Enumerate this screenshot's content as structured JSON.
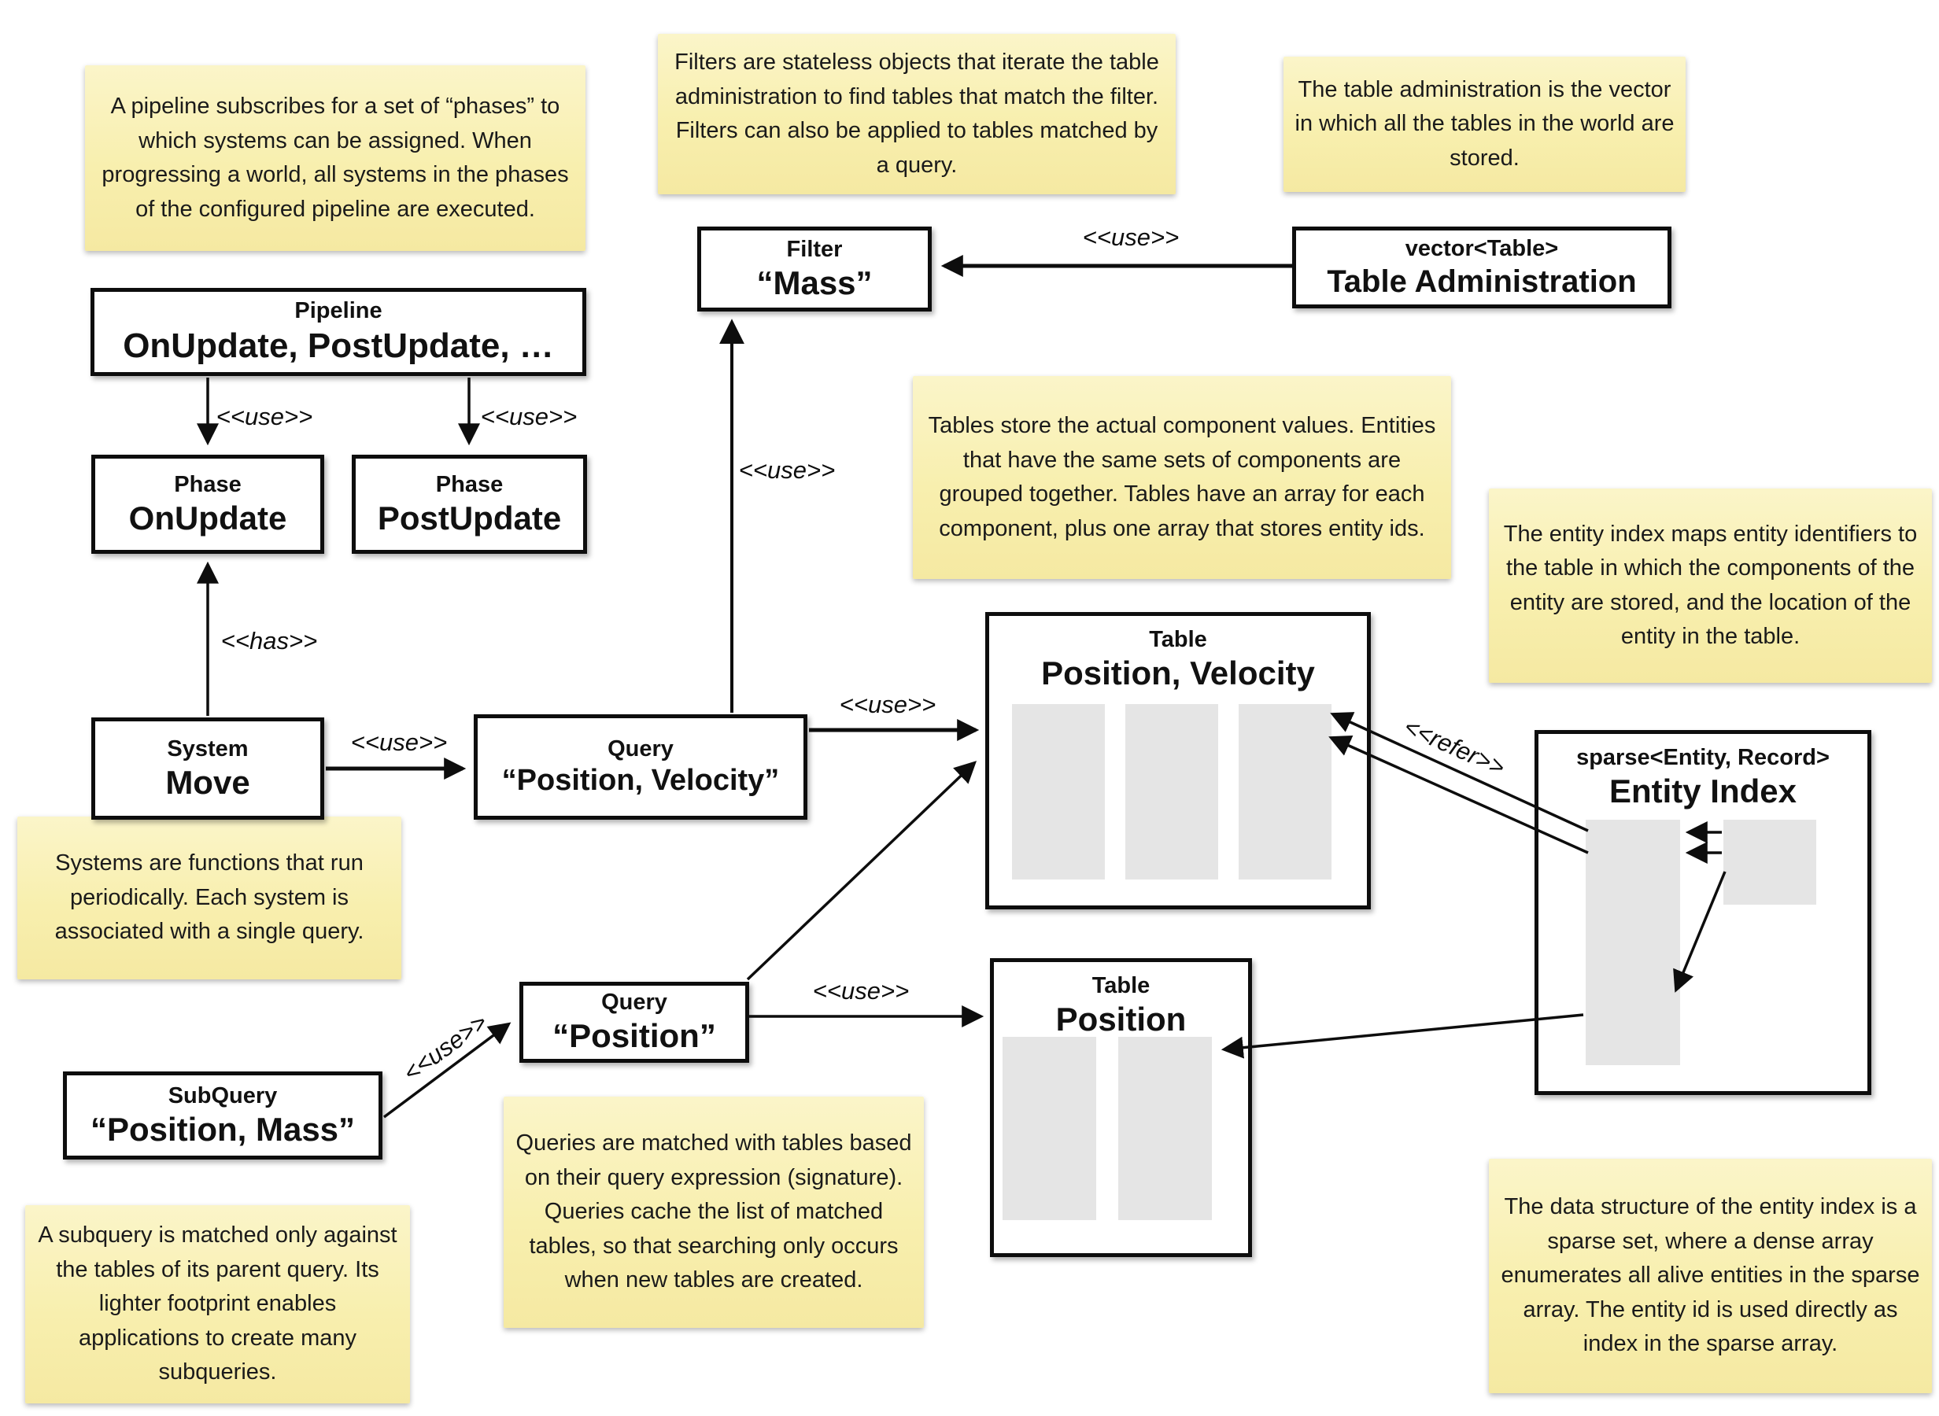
{
  "notes": {
    "pipeline_note": "A pipeline subscribes for a set of “phases” to which systems can be assigned. When progressing a world, all systems in the phases of the configured pipeline are executed.",
    "filter_note": "Filters are stateless objects that iterate the table administration to find tables that match the filter. Filters can also be applied to tables matched by a query.",
    "table_admin_note": "The table administration is the vector in which all the tables in the world are stored.",
    "tables_note": "Tables store the actual component values. Entities that have the same sets of components are grouped together. Tables have an array for each component, plus one array that stores entity ids.",
    "entity_index_note": "The entity index maps entity identifiers to the table in which the components of the entity are stored, and the location of the entity in the table.",
    "systems_note": "Systems are functions that run periodically. Each system is associated with a single query.",
    "queries_note": "Queries are matched with tables based on their query expression (signature). Queries cache the list of matched tables, so that searching only occurs when new tables are created.",
    "subquery_note": "A subquery is matched only against the tables of its parent query. Its lighter footprint enables applications to create many subqueries.",
    "sparse_set_note": "The data structure of the entity index is a sparse set, where a dense array enumerates all alive entities in the sparse array. The entity id is used directly as index in the sparse array."
  },
  "boxes": {
    "pipeline": {
      "stereotype": "Pipeline",
      "name": "OnUpdate, PostUpdate, …"
    },
    "phase_onupdate": {
      "stereotype": "Phase",
      "name": "OnUpdate"
    },
    "phase_postupdate": {
      "stereotype": "Phase",
      "name": "PostUpdate"
    },
    "system_move": {
      "stereotype": "System",
      "name": "Move"
    },
    "query_position_velocity": {
      "stereotype": "Query",
      "name": "“Position, Velocity”"
    },
    "filter_mass": {
      "stereotype": "Filter",
      "name": "“Mass”"
    },
    "table_administration": {
      "stereotype": "vector<Table>",
      "name": "Table Administration"
    },
    "table_position_velocity": {
      "stereotype": "Table",
      "name": "Position, Velocity"
    },
    "table_position": {
      "stereotype": "Table",
      "name": "Position"
    },
    "query_position": {
      "stereotype": "Query",
      "name": "“Position”"
    },
    "subquery_position_mass": {
      "stereotype": "SubQuery",
      "name": "“Position, Mass”"
    },
    "entity_index": {
      "stereotype": "sparse<Entity, Record>",
      "name": "Entity Index"
    }
  },
  "edge_labels": {
    "use": "<<use>>",
    "has": "<<has>>",
    "refer": "<<refer>>"
  },
  "colors": {
    "note_fill": "#f8efae",
    "box_border": "#0d0d0d",
    "array_fill": "#e5e5e5",
    "background": "#ffffff"
  }
}
